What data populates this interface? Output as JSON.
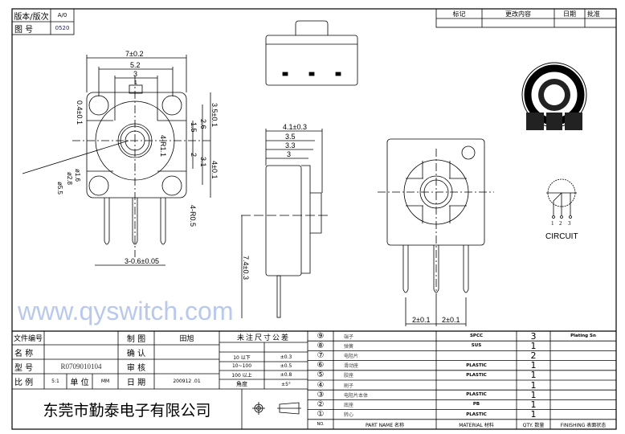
{
  "header": {
    "version_label": "版本/版次",
    "version_value": "A/0",
    "drawing_no_label": "图 号",
    "drawing_no_value": "0520"
  },
  "revision_table": {
    "columns": [
      "标记",
      "更改内容",
      "日期",
      "批准"
    ]
  },
  "dimensions": {
    "front": [
      "7±0.2",
      "5.2",
      "3",
      "1",
      "0.4±0.1",
      "3.5±0.1",
      "2.6",
      "1.5",
      "2",
      "3.1",
      "4±0.1",
      "4-R1.1",
      "ø1.6",
      "ø2.8",
      "ø5.5",
      "4-R0.5",
      "3-0.6±0.05"
    ],
    "side": [
      "4.1±0.3",
      "3.5",
      "3.3",
      "3",
      "7.4±0.3"
    ],
    "back": [
      "2±0.1",
      "2±0.1"
    ]
  },
  "circuit": {
    "label": "CIRCUIT",
    "pins": [
      "1",
      "2",
      "3"
    ]
  },
  "watermark": "www.qyswitch.com",
  "title_block": {
    "file_no_label": "文件编号",
    "file_no_value": "",
    "name_label": "名 称",
    "name_value": "",
    "model_label": "型 号",
    "model_value": "R0709010104",
    "scale_label": "比 例",
    "scale_value": "5:1",
    "unit_label": "单 位",
    "unit_value": "MM",
    "drawn_label": "制 图",
    "drawn_value": "田旭",
    "confirm_label": "确 认",
    "confirm_value": "",
    "review_label": "审 核",
    "review_value": "",
    "date_label": "日 期",
    "date_value": "200912 .01",
    "company": "东莞市勤泰电子有限公司"
  },
  "tolerance": {
    "title": "未注尺寸公差",
    "rows": [
      {
        "range": "10  以下",
        "tol": "±0.3"
      },
      {
        "range": "10~100",
        "tol": "±0.5"
      },
      {
        "range": "100  以上",
        "tol": "±0.8"
      },
      {
        "range": "角度",
        "tol": "±5°"
      }
    ]
  },
  "parts": {
    "header": {
      "no": "NO.",
      "name": "PART  NAME 名称",
      "material": "MATERIAL 材料",
      "qty": "QTY. 数量",
      "finishing": "FINISHING 表面状态"
    },
    "rows": [
      {
        "no": "⑨",
        "name": "端子",
        "material": "SPCC",
        "qty": "3",
        "finishing": "Plating  Sn"
      },
      {
        "no": "⑧",
        "name": "弹簧",
        "material": "SUS",
        "qty": "1",
        "finishing": ""
      },
      {
        "no": "⑦",
        "name": "电阻片",
        "material": "",
        "qty": "2",
        "finishing": ""
      },
      {
        "no": "⑥",
        "name": "滑动座",
        "material": "PLASTIC",
        "qty": "1",
        "finishing": ""
      },
      {
        "no": "⑤",
        "name": "胶座",
        "material": "PLASTIC",
        "qty": "1",
        "finishing": ""
      },
      {
        "no": "④",
        "name": "刷子",
        "material": "",
        "qty": "1",
        "finishing": ""
      },
      {
        "no": "③",
        "name": "电阻片本体",
        "material": "PLASTIC",
        "qty": "1",
        "finishing": ""
      },
      {
        "no": "②",
        "name": "底座",
        "material": "PB",
        "qty": "1",
        "finishing": ""
      },
      {
        "no": "①",
        "name": "转心",
        "material": "PLASTIC",
        "qty": "1",
        "finishing": ""
      }
    ]
  }
}
